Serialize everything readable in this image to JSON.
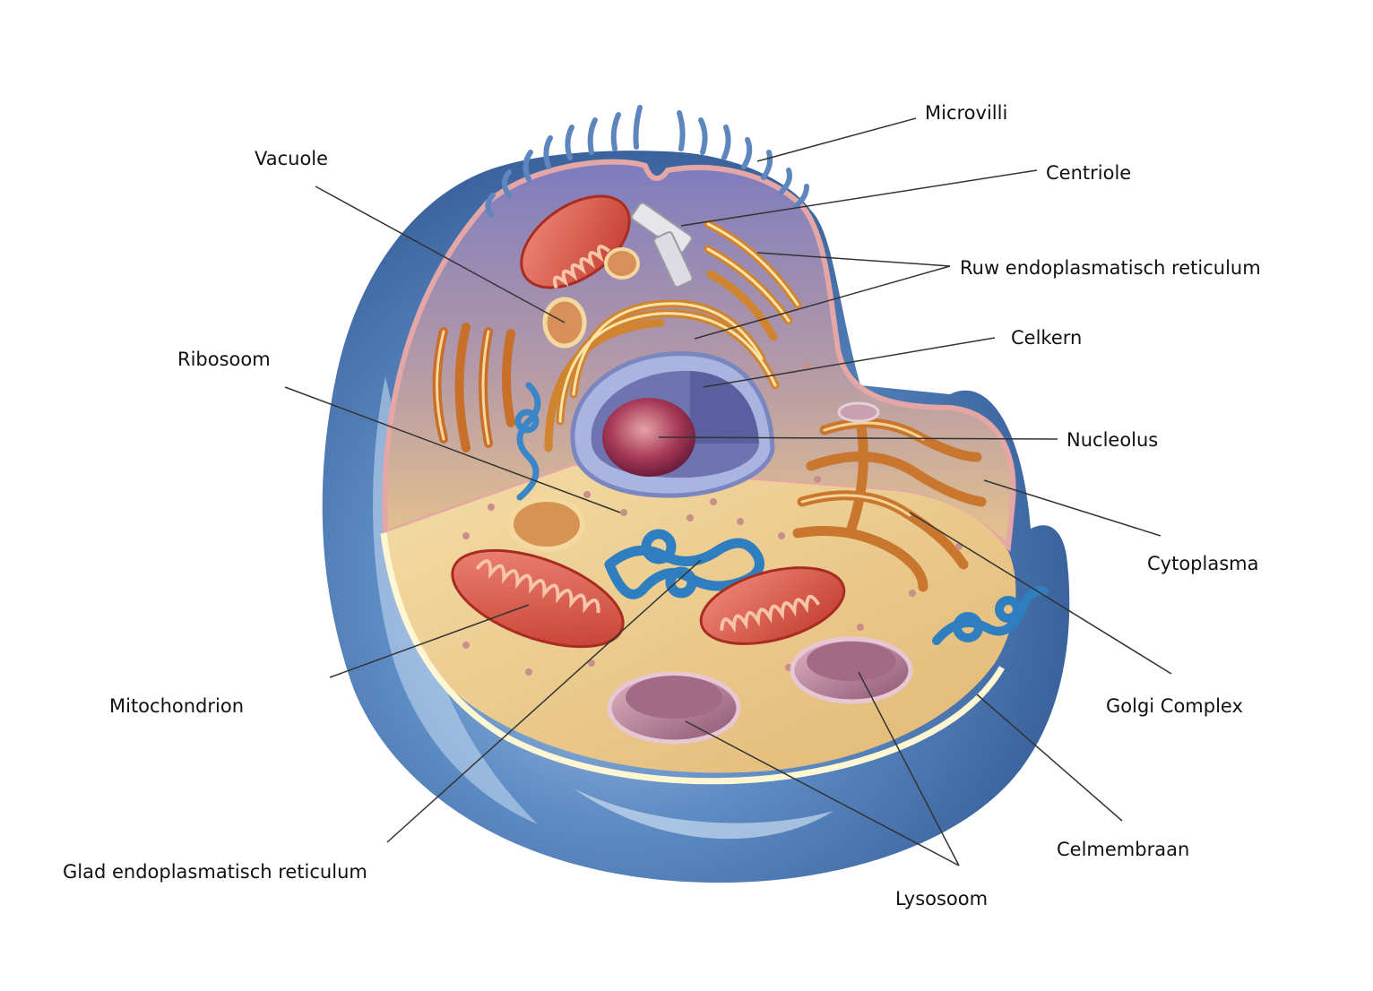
{
  "labels": {
    "microvilli": "Microvilli",
    "centriole": "Centriole",
    "vacuole": "Vacuole",
    "ruw_er": "Ruw endoplasmatisch reticulum",
    "celkern": "Celkern",
    "ribosoom": "Ribosoom",
    "nucleolus": "Nucleolus",
    "cytoplasma": "Cytoplasma",
    "mitochondrion": "Mitochondrion",
    "golgi": "Golgi Complex",
    "celmembraan": "Celmembraan",
    "glad_er": "Glad endoplasmatisch reticulum",
    "lysosoom": "Lysosoom"
  },
  "colors": {
    "membrane_outer": "#4a78b0",
    "membrane_light": "#9bbbe0",
    "cytoplasm": "#e9c98b",
    "inner_wall": "#8a85b8",
    "mitochondrion": "#d94a3a",
    "golgi": "#c8752c",
    "smooth_er": "#2f7fc0",
    "nucleus": "#8892c8",
    "nucleolus": "#9c2a4c",
    "lysosome": "#b07894",
    "leader_line": "#333333"
  }
}
